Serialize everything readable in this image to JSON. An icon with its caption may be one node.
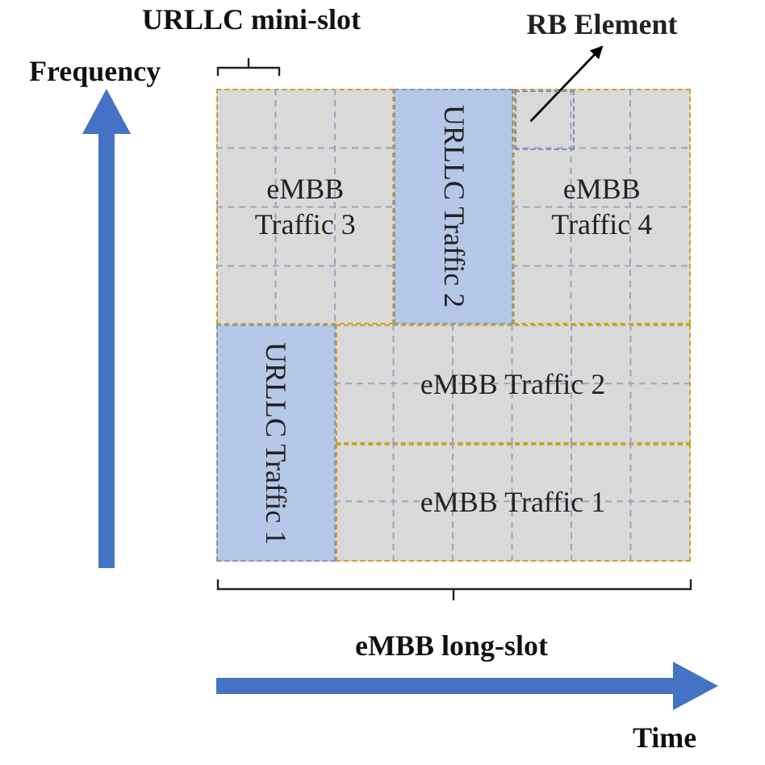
{
  "diagram": {
    "nodes": [
      {
        "text": [
          "RB Element"
        ]
      },
      {
        "text": [
          "eMBB Traffic 3"
        ]
      },
      {
        "text": [
          "URLLC Traffic 2"
        ]
      },
      {
        "text": [
          "eMBB Traffic 4"
        ]
      },
      {
        "text": [],
        "shape": "box",
        "in": 3
      },
      {
        "text": [
          "URLLC Traffic 1"
        ]
      },
      {
        "text": [
          "eMBB Traffic 2"
        ]
      },
      {
        "text": [
          "eMBB Traffic 1"
        ]
      }
    ],
    "edges": [
      {
        "from": 4,
        "to": 0,
        "arrow": "to"
      }
    ],
    "labels": [
      "URLLC mini-slot",
      "Frequency",
      "eMBB long-slot",
      "Time"
    ]
  }
}
